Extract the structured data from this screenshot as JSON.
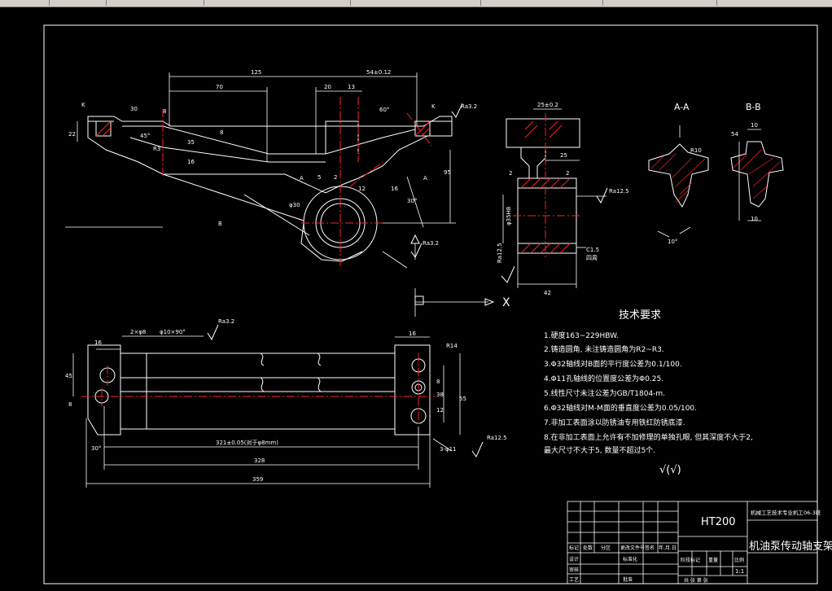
{
  "colors": {
    "background": "#000000",
    "line": "#ffffff",
    "center": "#ff2020",
    "hatch": "#ff2020",
    "dim": "#ffffff",
    "toolbar": "#d4d0c8"
  },
  "top_view": {
    "dims": {
      "d125": "125",
      "d54": "54±0.12",
      "d70": "70",
      "d20": "20",
      "d13": "13",
      "d60": "60°",
      "d45": "45°",
      "d30": "30",
      "d22": "22",
      "d35": "35",
      "d16": "16",
      "dR3": "R3",
      "d8": "8",
      "dphi": "φ30",
      "d5": "5",
      "d2": "2",
      "dK": "K",
      "dA": "A",
      "dB": "B",
      "dRa": "Ra3.2",
      "dRa2": "Ra3.2",
      "dB1": "B",
      "d16b": "16",
      "d30b": "30°",
      "d12": "12",
      "d8b": "8",
      "d95": "95"
    }
  },
  "side_view": {
    "dims": {
      "w25": "25±0.2",
      "w2a": "2",
      "w2b": "2",
      "w25b": "25",
      "w42": "42",
      "ra": "Ra12.5",
      "c": "C1.5",
      "c2": "四周",
      "h": "φ35H8",
      "ra2": "Ra12.5"
    }
  },
  "section_aa": {
    "title": "A-A",
    "r10": "R10",
    "a10": "10°"
  },
  "section_bb": {
    "title": "B-B",
    "d10a": "10",
    "d54": "54",
    "d10b": "10"
  },
  "bottom_view": {
    "dims": {
      "holes": "2×φ8",
      "callout": "φ10×90°",
      "ra": "Ra3.2",
      "d16": "16",
      "r14": "R14",
      "d16b": "16",
      "d8": "8",
      "d12": "12",
      "d55": "55",
      "d30": "30°",
      "d45": "45",
      "ra2": "Ra12.5",
      "d321": "321±0.05(对于φ8mm)",
      "d328": "328",
      "d359": "359",
      "holes2": "3-φ11",
      "d38": "38",
      "d8b": "8"
    }
  },
  "tech": {
    "title": "技术要求",
    "items": [
      "1.硬度163~229HBW.",
      "2.铸造圆角, 未注铸造圆角为R2~R3.",
      "3.Φ32轴线对B面的平行度公差为0.1/100.",
      "4.Φ11孔轴线的位置度公差为Φ0.25.",
      "5.线性尺寸未注公差为GB/T1804-m.",
      "6.Φ32轴线对M-M面的垂直度公差为0.05/100.",
      "7.非加工表面涂以防锈油专用铁红防锈底漆.",
      "8.在非加工表面上允许有不加修理的单独孔眼, 但其深度不大于2,",
      "  最大尺寸不大于5, 数量不超过5个."
    ],
    "roughness": "√(√)"
  },
  "title_block": {
    "material": "HT200",
    "school": "机械工艺技术专业机工06-3班",
    "part_name": "机油泵传动轴支架",
    "scale": "1:1",
    "labels": {
      "l1": "标记",
      "l2": "处数",
      "l3": "分区",
      "l4": "更改文件号",
      "l5": "签名",
      "l6": "年.月.日",
      "l7": "设计",
      "l8": "标准化",
      "l9": "阶段标记",
      "l10": "重量",
      "l11": "比例",
      "l12": "审核",
      "l13": "工艺",
      "l14": "批准",
      "l15": "共 张 第 张"
    }
  }
}
